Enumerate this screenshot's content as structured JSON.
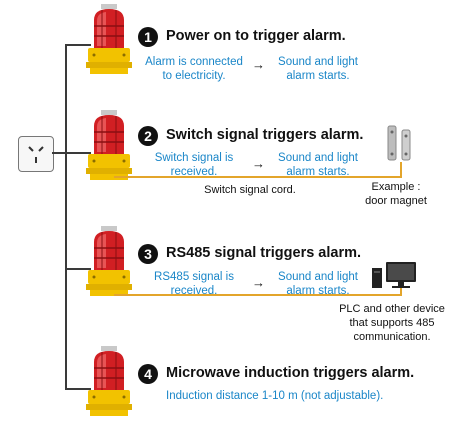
{
  "colors": {
    "accent_blue": "#1a86c8",
    "cord": "#e3a52b",
    "lamp_red": "#d11f23",
    "base_yellow": "#f2c200",
    "trunk": "#3a3a3a"
  },
  "icons": {
    "power": "power-socket-icon",
    "lamp": "alarm-lamp-icon",
    "magnet": "door-magnet-icon",
    "pc": "computer-icon"
  },
  "steps": [
    {
      "number": "1",
      "title": "Power on to trigger alarm.",
      "cause": "Alarm is connected\nto electricity.",
      "effect": "Sound and light\nalarm starts."
    },
    {
      "number": "2",
      "title": "Switch signal triggers alarm.",
      "cause": "Switch signal is\nreceived.",
      "effect": "Sound and light\nalarm starts.",
      "cord_label": "Switch signal cord.",
      "device_label": "Example :\ndoor magnet"
    },
    {
      "number": "3",
      "title": "RS485 signal triggers alarm.",
      "cause": "RS485 signal is\nreceived.",
      "effect": "Sound and light\nalarm starts.",
      "device_label": "PLC and other device\nthat supports 485\ncommunication."
    },
    {
      "number": "4",
      "title": "Microwave induction triggers alarm.",
      "note": "Induction distance 1-10 m (not adjustable)."
    }
  ],
  "arrow_symbol": "→"
}
